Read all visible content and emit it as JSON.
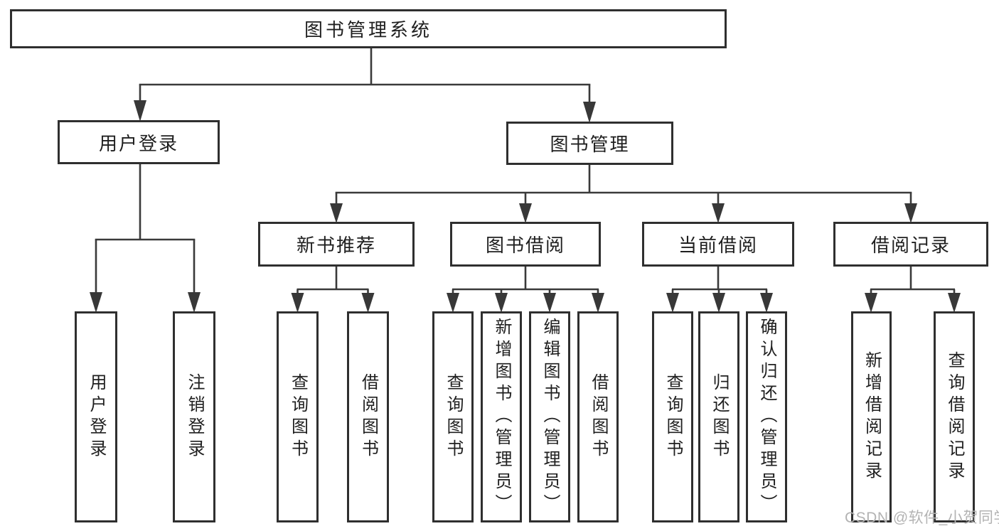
{
  "tree": {
    "root": {
      "label": "图书管理系统"
    },
    "level2": [
      {
        "label": "用户登录",
        "children": [
          {
            "label": "用户登录"
          },
          {
            "label": "注销登录"
          }
        ]
      },
      {
        "label": "图书管理"
      }
    ],
    "level3": [
      {
        "label": "新书推荐",
        "children": [
          {
            "label": "查询图书"
          },
          {
            "label": "借阅图书"
          }
        ]
      },
      {
        "label": "图书借阅",
        "children": [
          {
            "label": "查询图书"
          },
          {
            "label": "新增图书（管理员）"
          },
          {
            "label": "编辑图书（管理员）"
          },
          {
            "label": "借阅图书"
          }
        ]
      },
      {
        "label": "当前借阅",
        "children": [
          {
            "label": "查询图书"
          },
          {
            "label": "归还图书"
          },
          {
            "label": "确认归还（管理员）"
          }
        ]
      },
      {
        "label": "借阅记录",
        "children": [
          {
            "label": "新增借阅记录"
          },
          {
            "label": "查询借阅记录"
          }
        ]
      }
    ]
  },
  "watermark": {
    "text": "CSDN @软件_小贺同学",
    "color": "#b3b3b3"
  },
  "colors": {
    "line": "#3a3a3a",
    "arrow": "#383838",
    "box_border": "#2f2f2f",
    "text": "#1f1f1f",
    "background": "#ffffff"
  }
}
